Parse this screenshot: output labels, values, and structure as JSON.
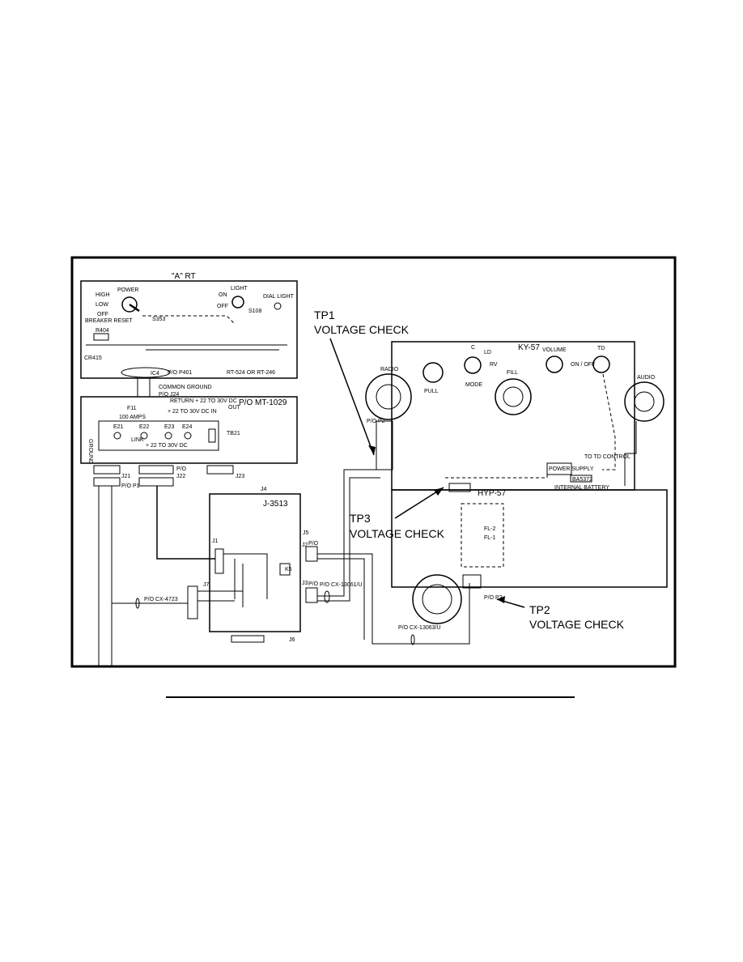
{
  "figure": {
    "rt": {
      "title": "\"A\" RT",
      "power": "POWER",
      "high": "HIGH",
      "low": "LOW",
      "off": "OFF",
      "breaker_reset": "BREAKER RESET",
      "light": "LIGHT",
      "on": "ON",
      "light_off": "OFF",
      "dial_light": "DIAL LIGHT",
      "s108": "S108",
      "s353": "S353",
      "r404": "R404",
      "cr415": "CR415",
      "ic4": "IC4",
      "po_p401": "P/O P401",
      "model": "RT-524 OR RT-246",
      "common_ground": "COMMON GROUND",
      "po_j24": "P/O J24"
    },
    "mt": {
      "title": "P/O MT-1029",
      "return": "RETURN + 22 TO 30V DC",
      "out": "OUT",
      "in": "+ 22 TO 30V DC IN",
      "f11": "F11",
      "amps": "100 AMPS",
      "e21": "E21",
      "e22": "E22",
      "e23": "E23",
      "e24": "E24",
      "link": "LINK",
      "dc": "+ 22 TO 30V DC",
      "tb21": "TB21",
      "ground": "GROUND",
      "j21": "J21",
      "j22": "J22",
      "j23": "J23",
      "po": "P/O",
      "p1": "P/O P1"
    },
    "j3513": {
      "title": "J-3513",
      "j4": "J4",
      "j5": "J5",
      "j1": "J1",
      "j2": "J2",
      "j3": "J3",
      "j6": "J6",
      "j7": "J7",
      "k5": "K5",
      "cx4723": "P/O CX-4723",
      "cx13061": "P/O CX-13061/U",
      "cx13063": "P/O CX-13063/U"
    },
    "ky": {
      "title": "KY-57",
      "radio": "RADIO",
      "pull": "PULL",
      "mode": "MODE",
      "ld": "LD",
      "rv": "RV",
      "c": "C",
      "fill": "FILL",
      "volume": "VOLUME",
      "td": "TD",
      "on_off": "ON / OFF",
      "audio": "AUDIO",
      "power_supply": "POWER SUPPLY",
      "to_td_control": "TO TD CONTROL",
      "ba5372": "BA5372",
      "internal_battery": "INTERNAL BATTERY",
      "po_p2": "P/O P2"
    },
    "hyp": {
      "title": "HYP-57",
      "fl2": "FL-2",
      "fl1": "FL-1",
      "po_p2": "P/O P2"
    },
    "callouts": {
      "tp1": "TP1",
      "tp1_label": "VOLTAGE CHECK",
      "tp2": "TP2",
      "tp2_label": "VOLTAGE CHECK",
      "tp3": "TP3",
      "tp3_label": "VOLTAGE CHECK"
    }
  }
}
